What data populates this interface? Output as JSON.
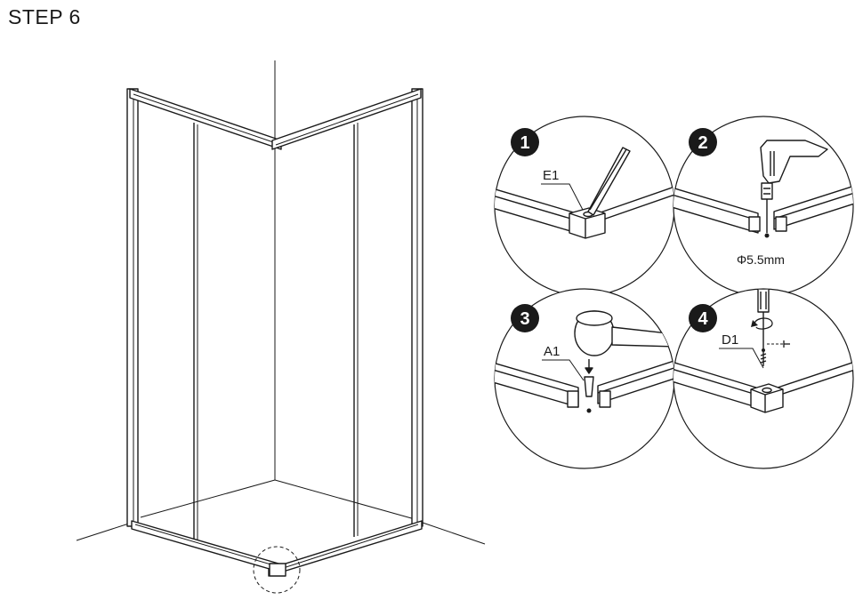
{
  "step_title": "STEP 6",
  "details": [
    {
      "number": "1",
      "label": "E1"
    },
    {
      "number": "2",
      "label": "Φ5.5mm"
    },
    {
      "number": "3",
      "label": "A1"
    },
    {
      "number": "4",
      "label": "D1"
    }
  ],
  "colors": {
    "line": "#1a1a1a",
    "badge": "#1a1a1a",
    "background": "#ffffff"
  }
}
